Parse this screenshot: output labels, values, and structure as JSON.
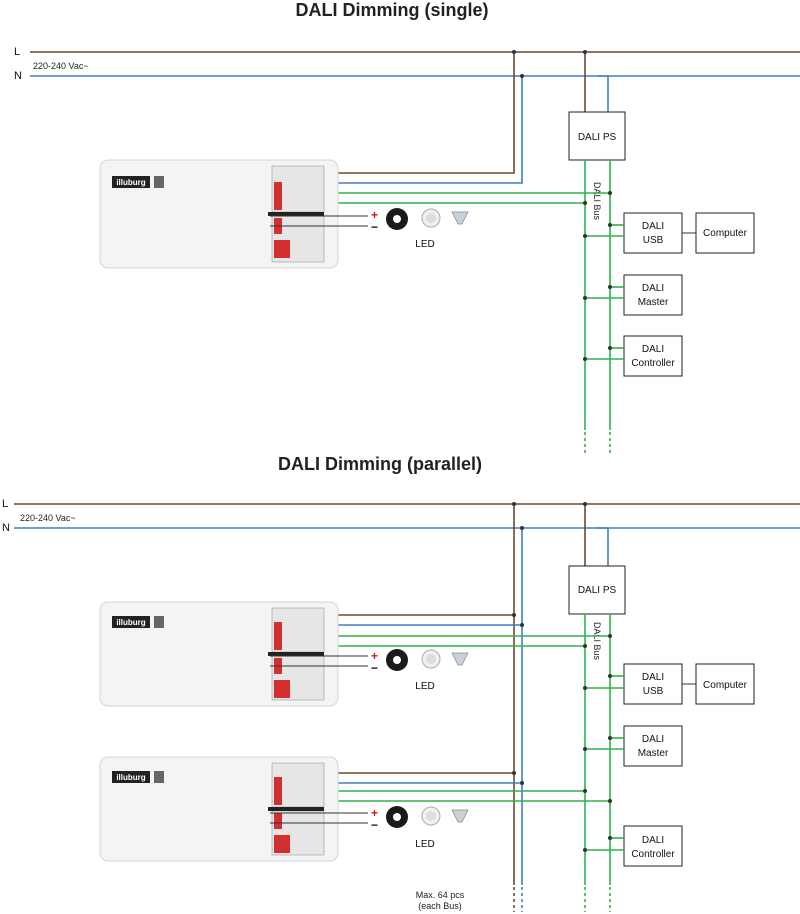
{
  "sections": [
    {
      "title": "DALI Dimming (single)",
      "line_L": "L",
      "line_N": "N",
      "voltage": "220-240 Vac~",
      "dali_ps": "DALI PS",
      "bus_label": "DALI Bus",
      "usb_line1": "DALI",
      "usb_line2": "USB",
      "computer": "Computer",
      "master_line1": "DALI",
      "master_line2": "Master",
      "controller_line1": "DALI",
      "controller_line2": "Controller",
      "led_label": "LED",
      "plus": "+",
      "minus": "−"
    },
    {
      "title": "DALI Dimming (parallel)",
      "line_L": "L",
      "line_N": "N",
      "voltage": "220-240 Vac~",
      "dali_ps": "DALI PS",
      "bus_label": "DALI Bus",
      "usb_line1": "DALI",
      "usb_line2": "USB",
      "computer": "Computer",
      "master_line1": "DALI",
      "master_line2": "Master",
      "controller_line1": "DALI",
      "controller_line2": "Controller",
      "led_label": "LED",
      "led_label_2": "LED",
      "plus": "+",
      "minus": "−",
      "max_note_1": "Max. 64 pcs",
      "max_note_2": "(each Bus)"
    }
  ],
  "driver_brand": "illuburg",
  "colors": {
    "live": "#6b4a32",
    "neutral": "#3f7fc4",
    "dali_bus": "#2db34a",
    "led_positive": "#d23030"
  }
}
